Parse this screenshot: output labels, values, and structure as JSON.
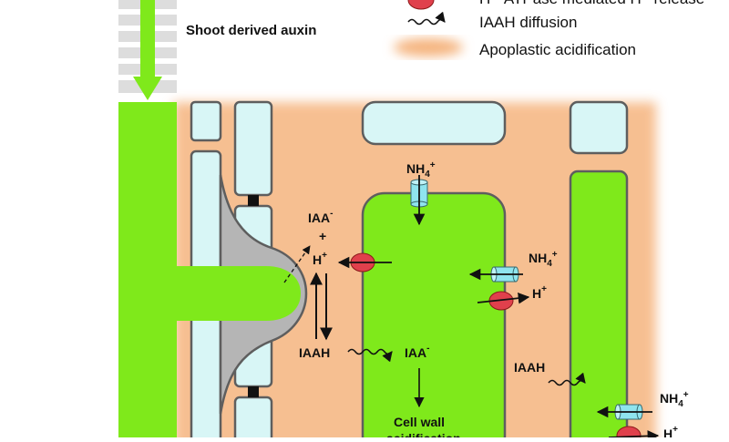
{
  "colors": {
    "cell_green": "#7FE91B",
    "cell_cyan": "#D8F6F6",
    "cell_border": "#5E5E5E",
    "acid_orange": "#F5B47E",
    "pump_red": "#E0404C",
    "channel_cyan": "#8FE4EE",
    "root_hair_gray": "#B5B5B5",
    "arrow_black": "#111111"
  },
  "icons": {
    "pump": "red-ellipse-pump-icon",
    "channel": "cyan-cylinder-channel-icon",
    "diffusion": "wavy-arrow-icon"
  },
  "legend": {
    "pump_text": "H⁺-ATPase mediated H⁺ release",
    "diffusion_text": "IAAH diffusion",
    "acid_text": "Apoplastic acidification"
  },
  "labels": {
    "shoot_auxin": "Shoot derived auxin",
    "iaa_minus_top": "IAA",
    "iaa_minus_sup": "-",
    "plus": "+",
    "h_plus_left": "H",
    "h_plus_left_sup": "+",
    "iaah_left": "IAAH",
    "iaa_minus_mid": "IAA",
    "iaa_minus_mid_sup": "-",
    "cell_wall_1": "Cell wall",
    "cell_wall_2": "acidification",
    "nh4_top": "NH",
    "nh4_top_sub": "4",
    "nh4_top_sup": "+",
    "nh4_right": "NH",
    "nh4_right_sub": "4",
    "nh4_right_sup": "+",
    "h_plus_right": "H",
    "h_plus_right_sup": "+",
    "iaah_right": "IAAH",
    "nh4_far": "NH",
    "nh4_far_sub": "4",
    "nh4_far_sup": "+",
    "h_plus_far": "H",
    "h_plus_far_sup": "+"
  }
}
